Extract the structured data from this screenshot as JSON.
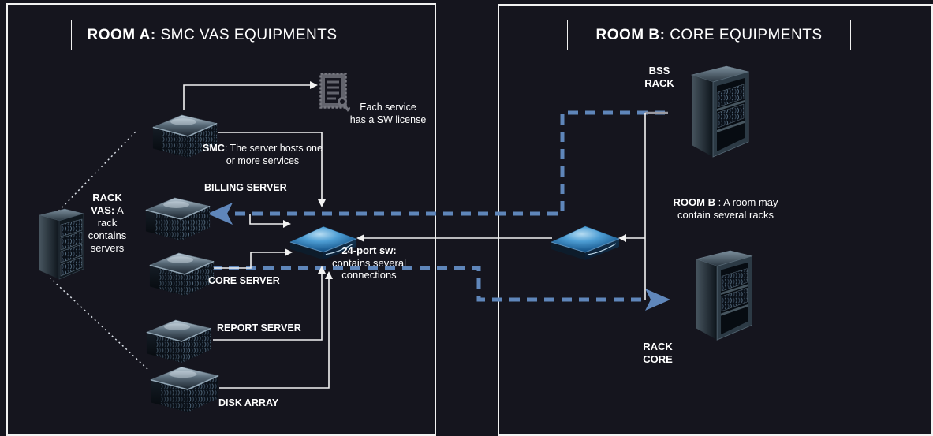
{
  "colors": {
    "background": "#15151e",
    "dashed_link": "#5f86ba",
    "solid_link": "#f2f2f2",
    "dotted_link": "#dbe0e8"
  },
  "room_a": {
    "title_bold": "ROOM A:",
    "title_rest": " SMC VAS EQUIPMENTS",
    "rack_note_bold": "RACK VAS:",
    "rack_note_rest": " A rack contains servers",
    "license_note_line1": "Each service",
    "license_note_line2": "has a SW license",
    "smc_note_bold": "SMC",
    "smc_note_rest": ": The server hosts one or more services",
    "billing_label": "BILLING SERVER",
    "core_label": "CORE SERVER",
    "report_label": "REPORT SERVER",
    "disk_label": "DISK ARRAY",
    "switch_note_bold": "24-port sw:",
    "switch_note_line2": "contains several",
    "switch_note_line3": "connections"
  },
  "room_b": {
    "title_bold": "ROOM B:",
    "title_rest": " CORE EQUIPMENTS",
    "bss_rack_line1": "BSS",
    "bss_rack_line2": "RACK",
    "note_bold": "ROOM B",
    "note_rest": " : A room may contain several racks",
    "core_rack_line1": "RACK",
    "core_rack_line2": "CORE"
  }
}
